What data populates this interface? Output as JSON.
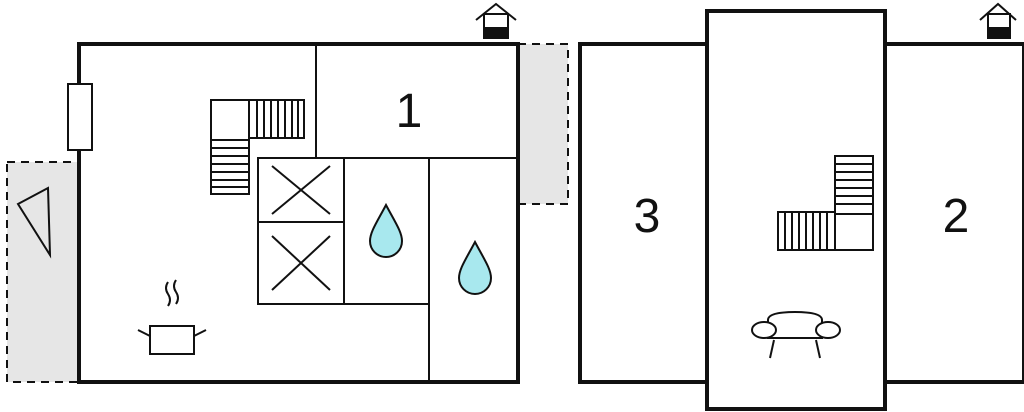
{
  "plan": {
    "rooms": [
      {
        "label": "1"
      },
      {
        "label": "2"
      },
      {
        "label": "3"
      }
    ],
    "icons": [
      "house-orientation-icon",
      "house-orientation-icon",
      "staircase-icon",
      "staircase-icon",
      "hob-icon",
      "water-drop-icon",
      "water-drop-icon",
      "cooking-pot-icon",
      "armchair-icon",
      "window-icon"
    ],
    "colors": {
      "wall": "#111111",
      "terrace_fill": "#e6e6e6",
      "water": "#a8e8ee",
      "background": "#ffffff"
    }
  }
}
